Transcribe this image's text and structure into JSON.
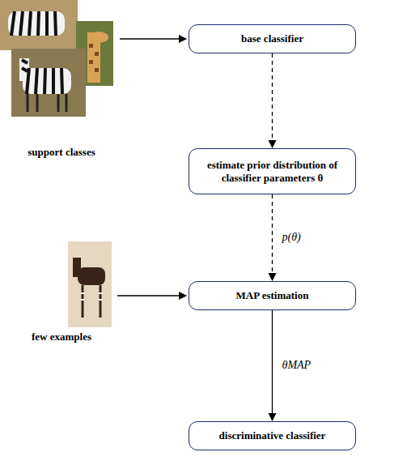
{
  "diagram": {
    "nodes": [
      {
        "text": [
          "base classifier"
        ]
      },
      {
        "text": [
          "estimate prior distribution of classifier parameters θ"
        ]
      },
      {
        "text": [
          "MAP estimation"
        ]
      },
      {
        "text": [
          "discriminative classifier"
        ]
      }
    ],
    "edges": [
      {
        "from": 0,
        "to": 1,
        "arrow": "to"
      },
      {
        "from": 1,
        "to": 2,
        "label": "p(θ)",
        "arrow": "to"
      },
      {
        "from": 2,
        "to": 3,
        "label": "θMAP",
        "arrow": "to"
      }
    ],
    "labels": [
      "support classes",
      "few examples"
    ]
  }
}
